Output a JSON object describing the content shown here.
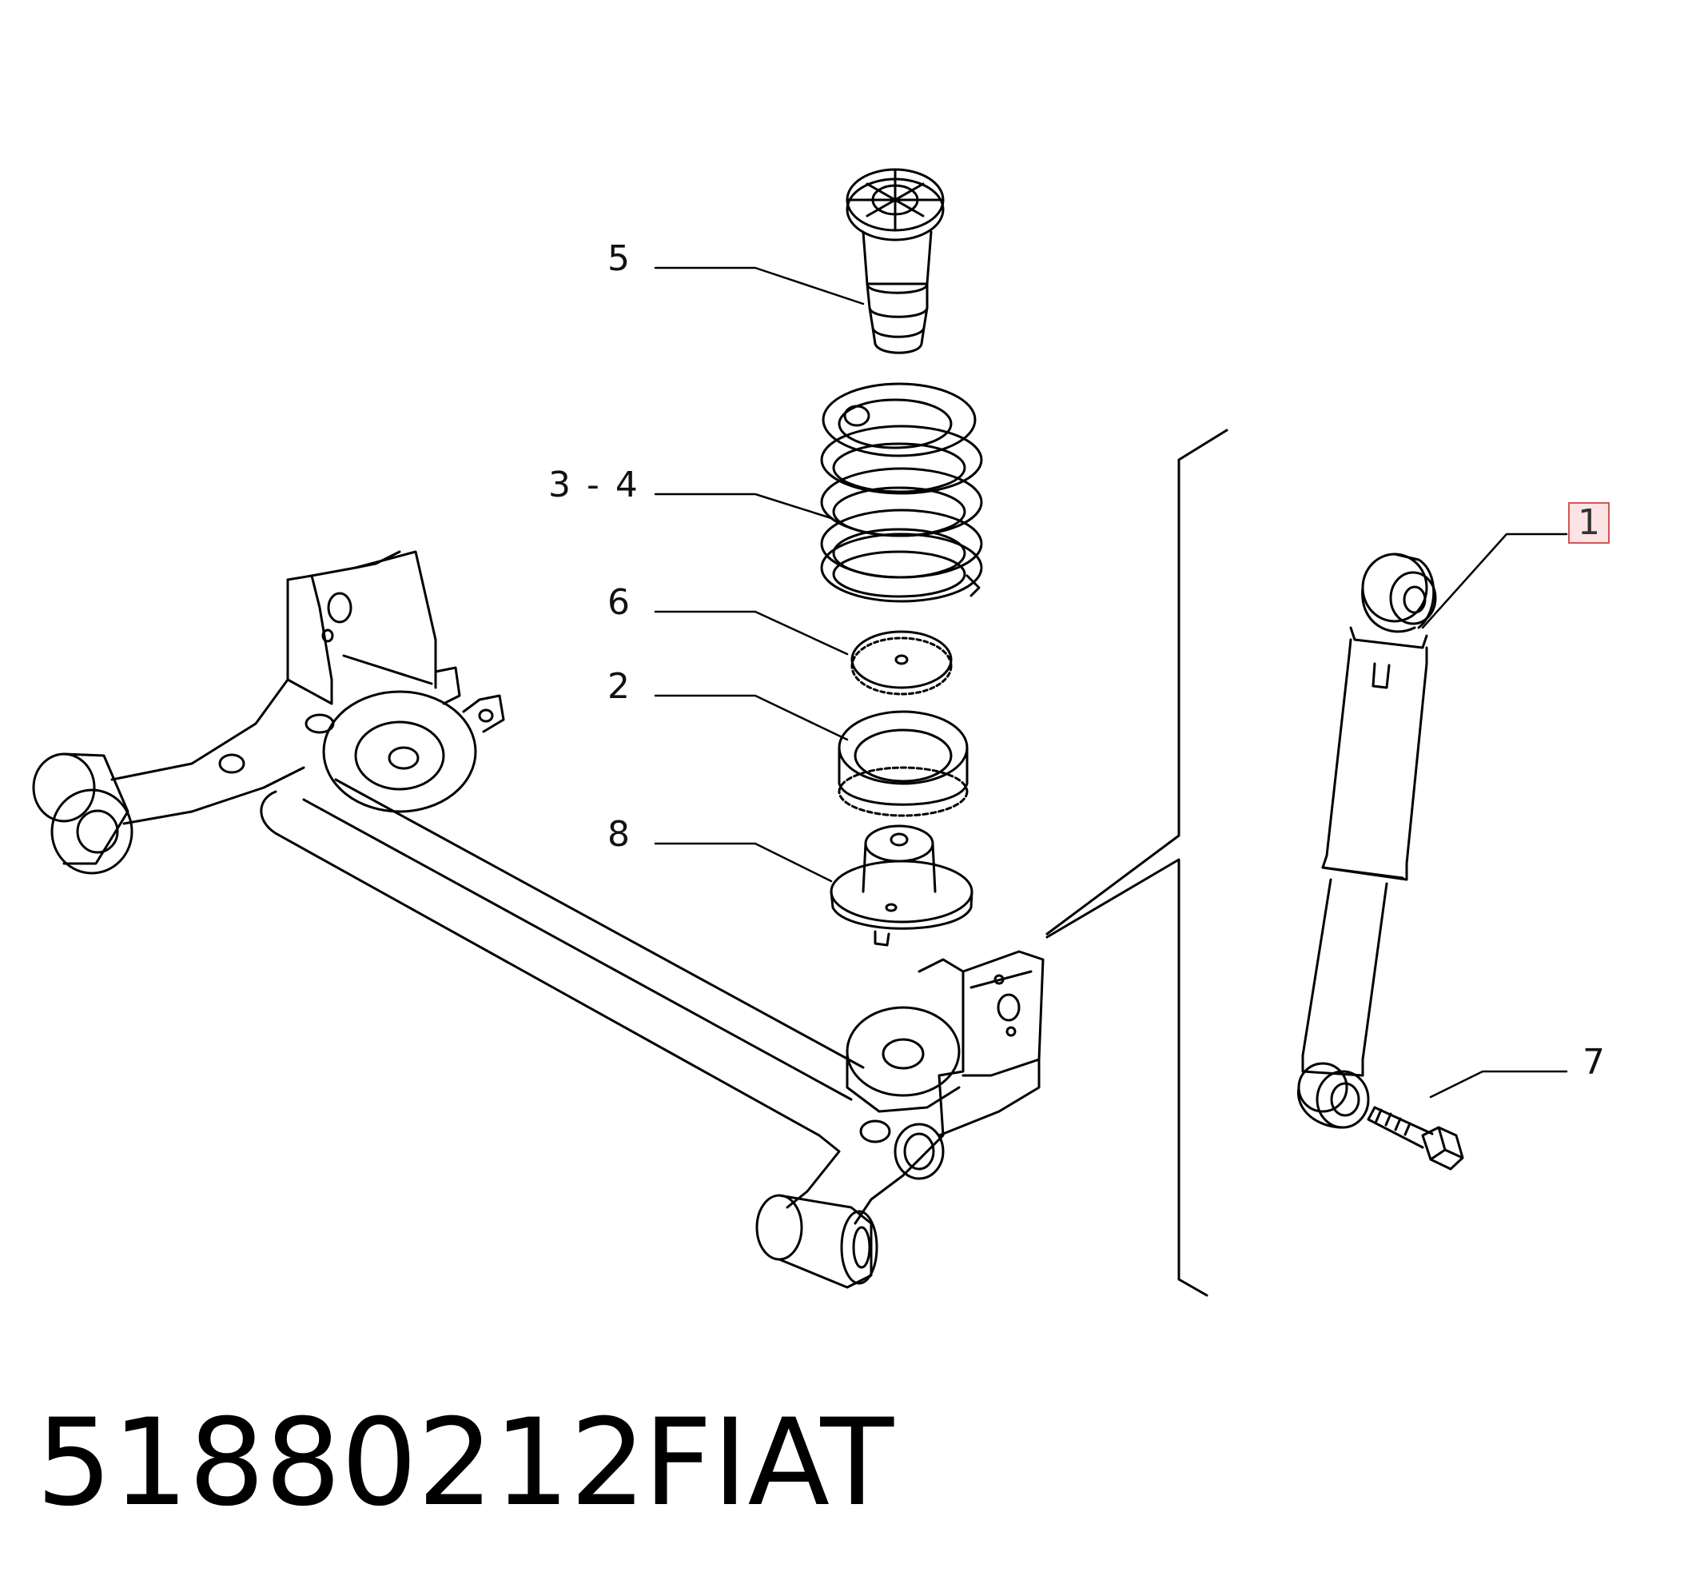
{
  "callouts": {
    "p5": "5",
    "p3_4": "3 - 4",
    "p6": "6",
    "p2": "2",
    "p8": "8",
    "p1": "1",
    "p7": "7"
  },
  "footer": {
    "part_number": "51880212",
    "brand": "FIAT"
  },
  "highlight": {
    "part": "1",
    "border_color": "#d9534f",
    "fill_color": "#fde4e4"
  }
}
